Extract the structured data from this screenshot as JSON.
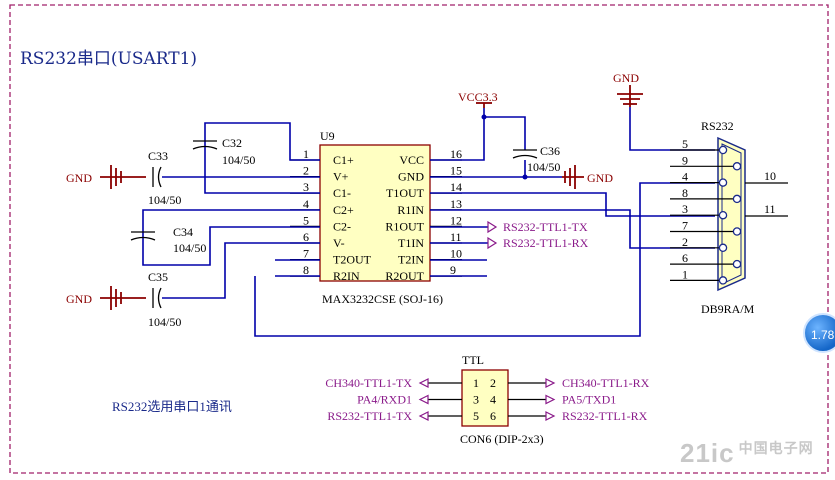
{
  "title": "RS232串口(USART1)",
  "note": "RS232选用串口1通讯",
  "zoom_badge": "1.78",
  "watermark": {
    "text": "21ic",
    "cn": "中国电子网"
  },
  "u9": {
    "ref": "U9",
    "part": "MAX3232CSE (SOJ-16)",
    "left_pins": [
      {
        "num": "1",
        "name": "C1+"
      },
      {
        "num": "2",
        "name": "V+"
      },
      {
        "num": "3",
        "name": "C1-"
      },
      {
        "num": "4",
        "name": "C2+"
      },
      {
        "num": "5",
        "name": "C2-"
      },
      {
        "num": "6",
        "name": "V-"
      },
      {
        "num": "7",
        "name": "T2OUT"
      },
      {
        "num": "8",
        "name": "R2IN"
      }
    ],
    "right_pins": [
      {
        "num": "16",
        "name": "VCC"
      },
      {
        "num": "15",
        "name": "GND"
      },
      {
        "num": "14",
        "name": "T1OUT"
      },
      {
        "num": "13",
        "name": "R1IN"
      },
      {
        "num": "12",
        "name": "R1OUT"
      },
      {
        "num": "11",
        "name": "T1IN"
      },
      {
        "num": "10",
        "name": "T2IN"
      },
      {
        "num": "9",
        "name": "R2OUT"
      }
    ]
  },
  "caps": {
    "c32": {
      "ref": "C32",
      "value": "104/50"
    },
    "c33": {
      "ref": "C33",
      "value": "104/50"
    },
    "c34": {
      "ref": "C34",
      "value": "104/50"
    },
    "c35": {
      "ref": "C35",
      "value": "104/50"
    },
    "c36": {
      "ref": "C36",
      "value": "104/50"
    }
  },
  "power": {
    "vcc": "VCC3.3",
    "gnd": "GND"
  },
  "net_labels": {
    "r1out": "RS232-TTL1-TX",
    "t1in": "RS232-TTL1-RX"
  },
  "db9": {
    "ref": "RS232",
    "part": "DB9RA/M",
    "pins": [
      "5",
      "9",
      "4",
      "8",
      "3",
      "7",
      "2",
      "6",
      "1"
    ],
    "mount": [
      "10",
      "11"
    ]
  },
  "ttl": {
    "ref": "TTL",
    "part": "CON6 (DIP-2x3)",
    "rows": [
      {
        "left": "CH340-TTL1-TX",
        "a": "1",
        "b": "2",
        "right": "CH340-TTL1-RX"
      },
      {
        "left": "PA4/RXD1",
        "a": "3",
        "b": "4",
        "right": "PA5/TXD1"
      },
      {
        "left": "RS232-TTL1-TX",
        "a": "5",
        "b": "6",
        "right": "RS232-TTL1-RX"
      }
    ]
  }
}
